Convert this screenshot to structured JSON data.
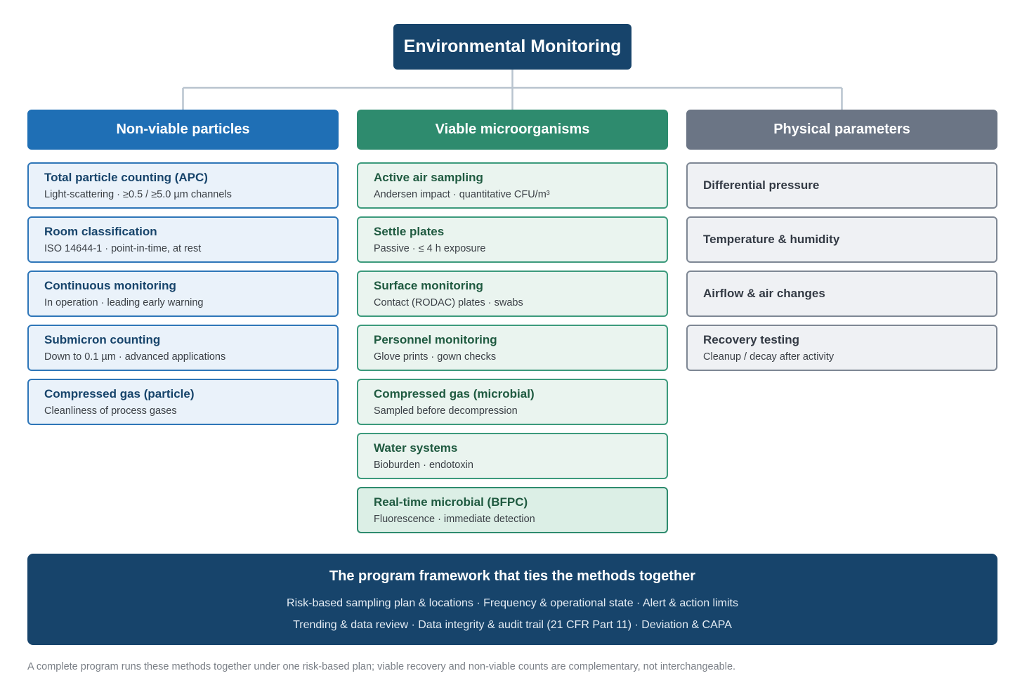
{
  "root": {
    "title": "Environmental Monitoring"
  },
  "columns": [
    {
      "header": "Non-viable particles",
      "items": [
        {
          "title": "Total particle counting (APC)",
          "subtitle": "Light-scattering · ≥0.5 / ≥5.0 µm channels"
        },
        {
          "title": "Room classification",
          "subtitle": "ISO 14644-1 · point-in-time, at rest"
        },
        {
          "title": "Continuous monitoring",
          "subtitle": "In operation · leading early warning"
        },
        {
          "title": "Submicron counting",
          "subtitle": "Down to 0.1 µm · advanced applications"
        },
        {
          "title": "Compressed gas (particle)",
          "subtitle": "Cleanliness of process gases"
        }
      ]
    },
    {
      "header": "Viable microorganisms",
      "items": [
        {
          "title": "Active air sampling",
          "subtitle": "Andersen impact · quantitative CFU/m³"
        },
        {
          "title": "Settle plates",
          "subtitle": "Passive · ≤ 4 h exposure"
        },
        {
          "title": "Surface monitoring",
          "subtitle": "Contact (RODAC) plates · swabs"
        },
        {
          "title": "Personnel monitoring",
          "subtitle": "Glove prints · gown checks"
        },
        {
          "title": "Compressed gas (microbial)",
          "subtitle": "Sampled before decompression"
        },
        {
          "title": "Water systems",
          "subtitle": "Bioburden · endotoxin"
        },
        {
          "title": "Real-time microbial (BFPC)",
          "subtitle": "Fluorescence · immediate detection"
        }
      ]
    },
    {
      "header": "Physical parameters",
      "items": [
        {
          "title": "Differential pressure",
          "subtitle": ""
        },
        {
          "title": "Temperature & humidity",
          "subtitle": ""
        },
        {
          "title": "Airflow & air changes",
          "subtitle": ""
        },
        {
          "title": "Recovery testing",
          "subtitle": "Cleanup / decay after activity"
        }
      ]
    }
  ],
  "framework": {
    "title": "The program framework that ties the methods together",
    "line1": "Risk-based sampling plan & locations · Frequency & operational state · Alert & action limits",
    "line2": "Trending & data review · Data integrity & audit trail (21 CFR Part 11) · Deviation & CAPA"
  },
  "footnote": "A complete program runs these methods together under one risk-based plan; viable recovery and non-viable counts are complementary, not interchangeable.",
  "colors": {
    "root": "#17446b",
    "non_viable": "#1f6fb5",
    "viable": "#2e8b6e",
    "physical": "#6b7585",
    "connector": "#b9c4cf"
  }
}
